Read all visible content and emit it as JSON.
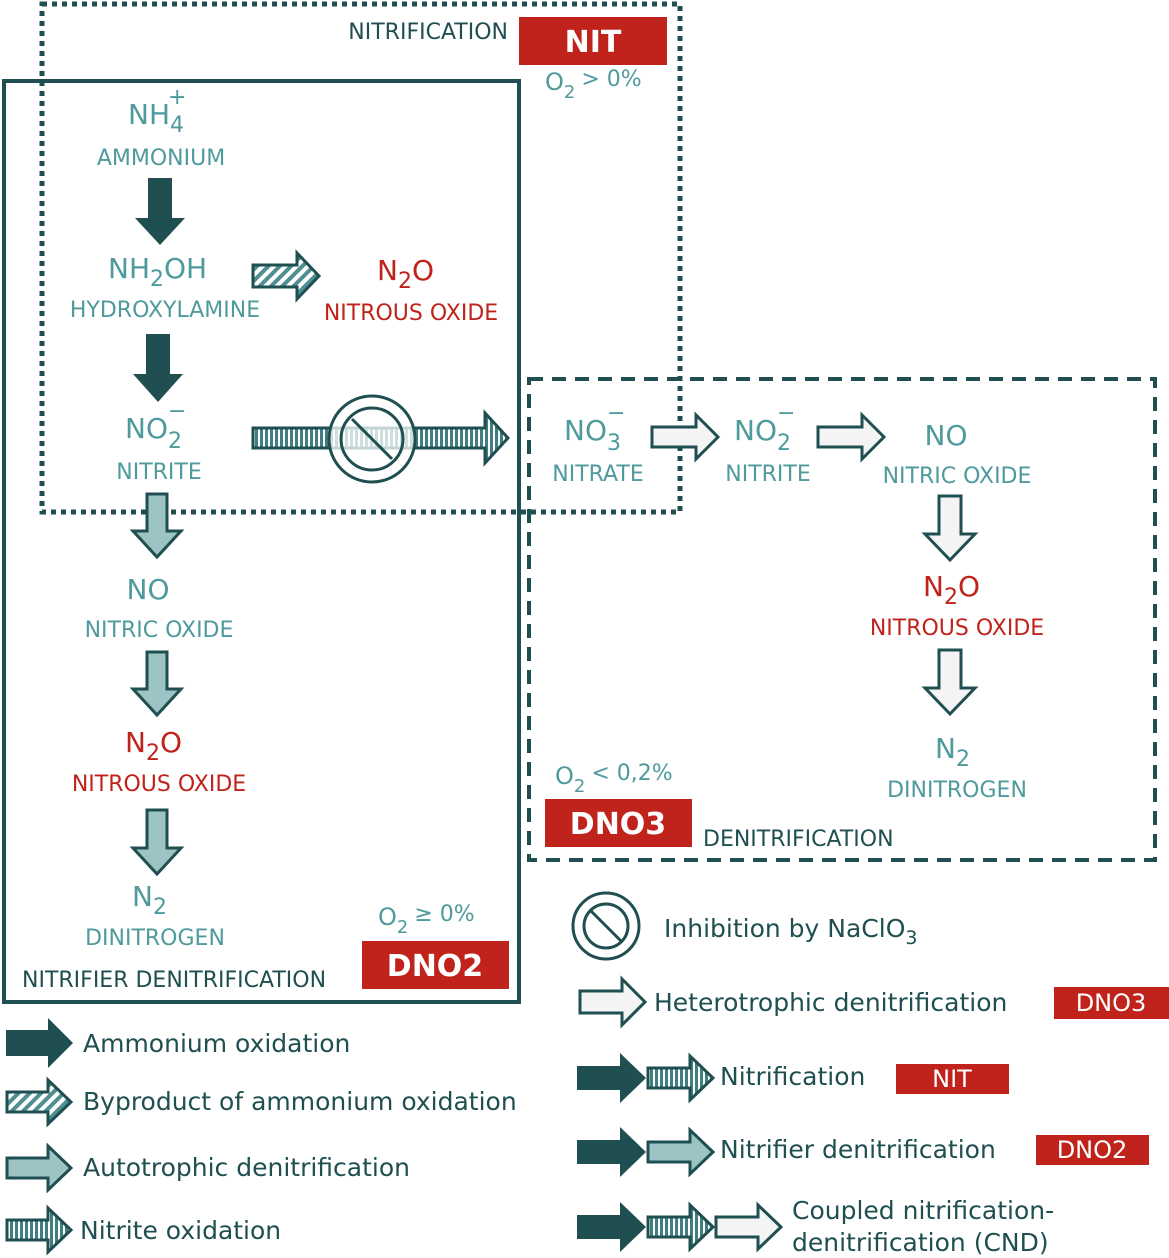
{
  "colors": {
    "dark": "#1f4f50",
    "teal": "#4f9a9c",
    "red": "#c0231c",
    "autotrophic_fill": "#9dc3c4",
    "hetero_fill": "#f4f4f4"
  },
  "regions": {
    "nitrification": {
      "title": "NITRIFICATION",
      "badge": "NIT",
      "condition_sup": "> 0%"
    },
    "nitrifier_denitrification": {
      "title": "NITRIFIER DENITRIFICATION",
      "badge": "DNO2",
      "condition_sup": "≥ 0%"
    },
    "denitrification": {
      "title": "DENITRIFICATION",
      "badge": "DNO3",
      "condition_sup": "< 0,2%"
    }
  },
  "oxygen": {
    "base": "O",
    "sub": "2"
  },
  "species": {
    "ammonium": {
      "formula": "NH",
      "sub": "4",
      "sup": "+",
      "name": "AMMONIUM"
    },
    "hydroxylamine": {
      "formula_a": "NH",
      "sub": "2",
      "formula_b": "OH",
      "name": "HYDROXYLAMINE"
    },
    "nitrous_oxide_top": {
      "formula_a": "N",
      "sub": "2",
      "formula_b": "O",
      "name": "NITROUS OXIDE"
    },
    "nitrite_left": {
      "formula": "NO",
      "sub": "2",
      "sup": "−",
      "name": "NITRITE"
    },
    "nitric_oxide_left": {
      "formula": "NO",
      "name": "NITRIC OXIDE"
    },
    "nitrous_oxide_left": {
      "formula_a": "N",
      "sub": "2",
      "formula_b": "O",
      "name": "NITROUS OXIDE"
    },
    "dinitrogen_left": {
      "formula": "N",
      "sub": "2",
      "name": "DINITROGEN"
    },
    "nitrate": {
      "formula": "NO",
      "sub": "3",
      "sup": "−",
      "name": "NITRATE"
    },
    "nitrite_right": {
      "formula": "NO",
      "sub": "2",
      "sup": "−",
      "name": "NITRITE"
    },
    "nitric_oxide_right": {
      "formula": "NO",
      "name": "NITRIC OXIDE"
    },
    "nitrous_oxide_right": {
      "formula_a": "N",
      "sub": "2",
      "formula_b": "O",
      "name": "NITROUS OXIDE"
    },
    "dinitrogen_right": {
      "formula": "N",
      "sub": "2",
      "name": "DINITROGEN"
    }
  },
  "legend": {
    "inhibition": {
      "label": "Inhibition by NaClO",
      "sub": "3"
    },
    "ammonium_oxidation": "Ammonium oxidation",
    "byproduct": "Byproduct of ammonium oxidation",
    "autotrophic": "Autotrophic denitrification",
    "nitrite_oxidation": "Nitrite oxidation",
    "heterotrophic": {
      "label": "Heterotrophic denitrification",
      "badge": "DNO3"
    },
    "nitrification": {
      "label": "Nitrification",
      "badge": "NIT"
    },
    "nitrifier_denitrification": {
      "label": "Nitrifier denitrification",
      "badge": "DNO2"
    },
    "cnd": {
      "line1": "Coupled nitrification-",
      "line2": "denitrification (CND)"
    }
  }
}
